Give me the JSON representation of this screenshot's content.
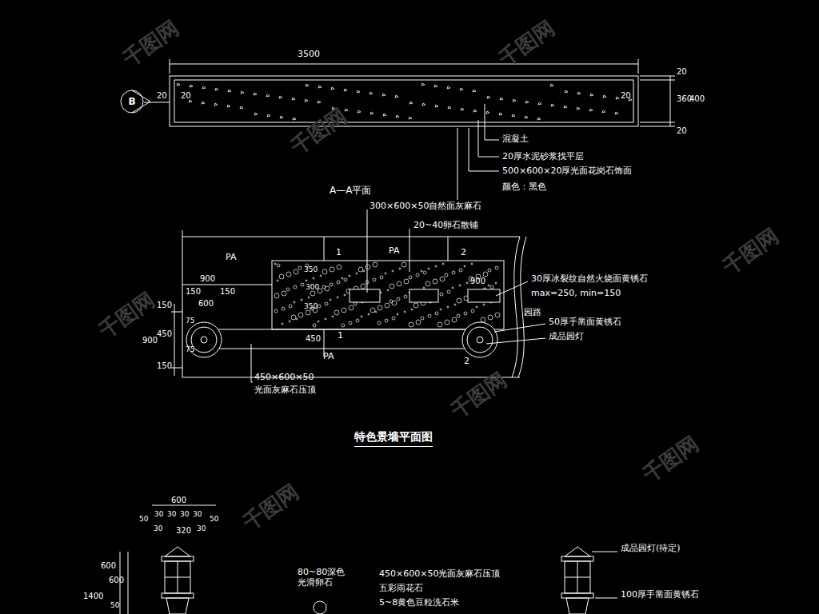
{
  "diagram": {
    "title": "特色景墙平面图",
    "nodes": [
      {
        "text": [
          "B"
        ]
      }
    ],
    "labels": [
      "3500",
      "20",
      "20",
      "20",
      "20",
      "360",
      "400",
      "20",
      "混凝土",
      "20厚水泥砂浆找平层",
      "500×600×20厚光面花岗石饰面",
      "颜色：黑色",
      "A—A平面",
      "300×600×50自然面灰麻石",
      "20~40卵石散铺",
      "PA",
      "1",
      "PA",
      "2",
      "900",
      "150",
      "150",
      "600",
      "900",
      "350",
      "300",
      "350",
      "150",
      "75",
      "450",
      "900",
      "75",
      "150",
      "450",
      "1",
      "PA",
      "2",
      "30厚冰裂纹自然火烧面黄锈石",
      "max=250, min=150",
      "园路",
      "50厚手凿面黄锈石",
      "成品园灯",
      "450×600×50",
      "光面灰麻石压顶",
      "600",
      "50",
      "30",
      "30",
      "30",
      "30",
      "50",
      "320",
      "30",
      "30",
      "600",
      "600",
      "1400",
      "50",
      "80~80深色光滑卵石",
      "450×600×50光面灰麻石压顶",
      "五彩雨花石",
      "5~8黄色豆粒洗石米",
      "成品园灯(待定)",
      "100厚手凿面黄锈石",
      "千图网",
      "千图网",
      "千图网",
      "千图网",
      "千图网",
      "千图网",
      "千图网",
      "千图网"
    ]
  }
}
